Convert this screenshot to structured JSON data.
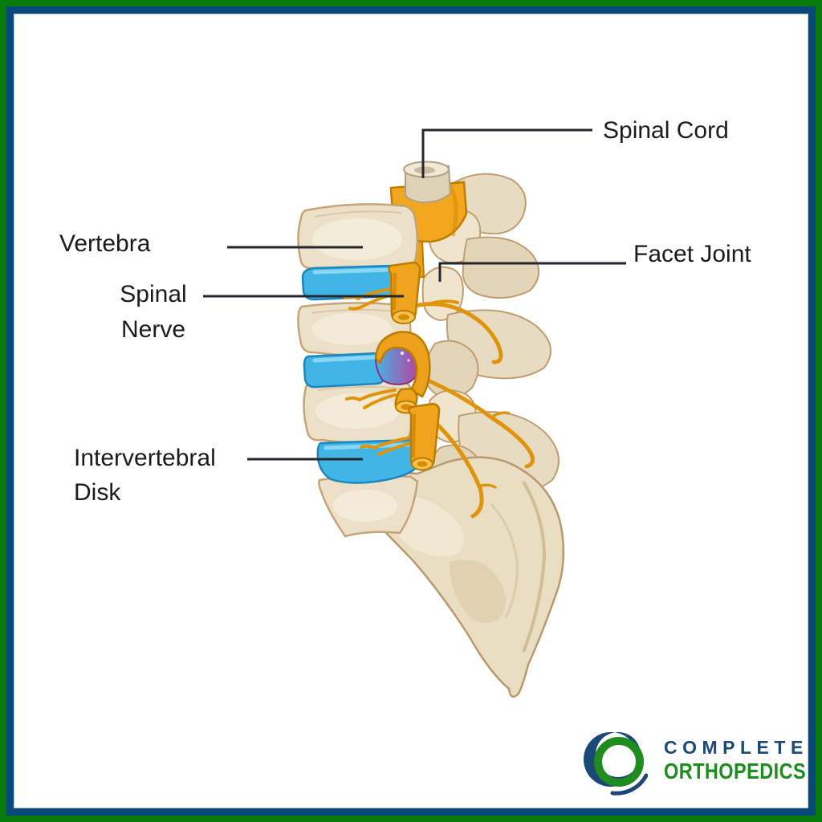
{
  "frame": {
    "outer_border_color": "#087a0b",
    "inner_border_color": "#07497a",
    "background": "#ffffff"
  },
  "diagram": {
    "description": "Side view illustration of the lumbar spine and sacrum with spinal cord, nerves and a herniated intervertebral disk",
    "labels": {
      "spinal_cord": {
        "text": "Spinal Cord"
      },
      "vertebra": {
        "text": "Vertebra"
      },
      "spinal_nerve": {
        "line1": "Spinal",
        "line2": "Nerve"
      },
      "facet_joint": {
        "text": "Facet Joint"
      },
      "intervertebral_disk": {
        "line1": "Intervertebral",
        "line2": "Disk"
      }
    },
    "colors": {
      "bone": "#ebdfc6",
      "bone_highlight": "#f5eedb",
      "bone_outline": "#c19e71",
      "disk_blue": "#41b6e6",
      "disk_outline": "#1a87bd",
      "nerve_orange": "#f0a41e",
      "nerve_outline": "#bb7d00",
      "herniation_purple": "#b5479f",
      "cord_cream": "#efe8d6",
      "leader_line": "#25262e",
      "label_text": "#1b1b1b"
    }
  },
  "logo": {
    "line1": "COMPLETE",
    "line2": "ORTHOPEDICS",
    "blue": "#1c4878",
    "green": "#1f8c1f"
  }
}
